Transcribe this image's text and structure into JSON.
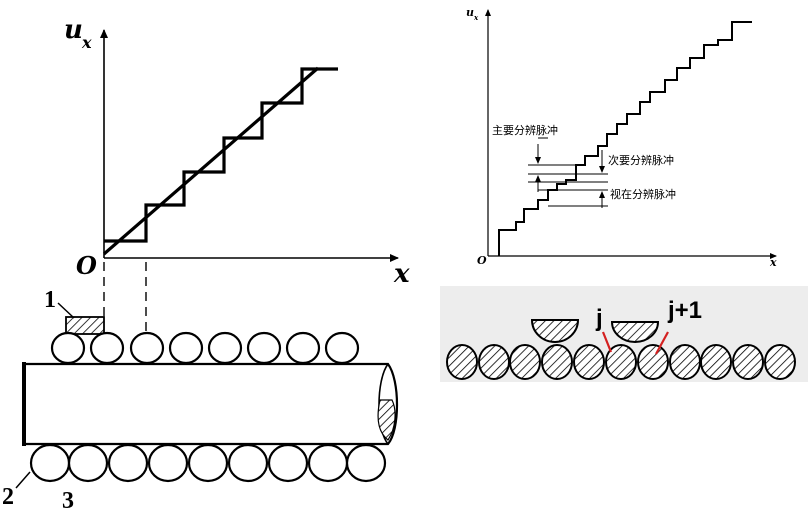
{
  "left_diagram": {
    "y_axis_label": "u",
    "y_axis_subscript": "x",
    "x_axis_label": "x",
    "origin_label": "O",
    "part_labels": [
      "1",
      "2",
      "3"
    ]
  },
  "right_chart": {
    "y_axis_label": "u",
    "y_axis_subscript": "x",
    "x_axis_label": "x",
    "origin_label": "O",
    "annotation_primary": "主要分辨脉冲",
    "annotation_secondary": "次要分辨脉冲",
    "annotation_apparent": "视在分辨脉冲"
  },
  "grating": {
    "label_j": "j",
    "label_j_plus_1": "j+1",
    "highlight_color": "#d42020"
  }
}
